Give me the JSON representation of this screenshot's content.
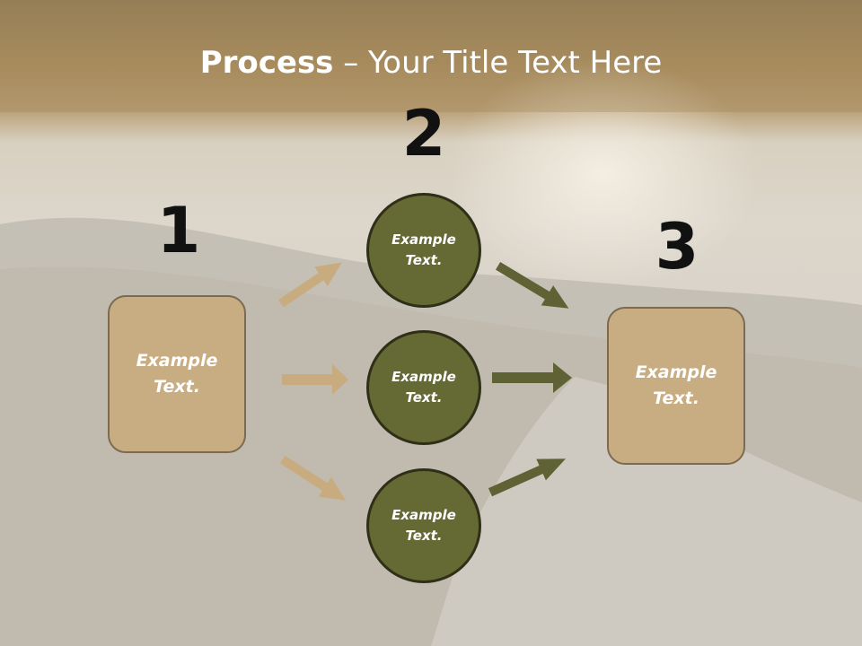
{
  "title": {
    "bold": "Process",
    "rest": " – Your Title Text Here"
  },
  "steps": [
    "1",
    "2",
    "3"
  ],
  "left_box": {
    "text": "Example Text."
  },
  "circles": [
    {
      "text": "Example Text."
    },
    {
      "text": "Example Text."
    },
    {
      "text": "Example Text."
    }
  ],
  "right_box": {
    "text": "Example Text."
  },
  "colors": {
    "box_fill": "#c9ad82",
    "box_border": "#7c6a52",
    "circle_fill": "#656a35",
    "circle_border": "#2f2f17",
    "arrow_tan": "#c8ab7f",
    "arrow_olive": "#5f6234",
    "header_band": "#a88d5f"
  }
}
